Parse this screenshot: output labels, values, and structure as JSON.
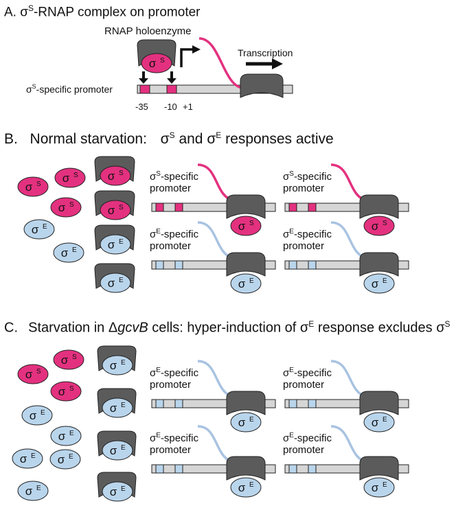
{
  "colors": {
    "sigma_s": "#e3317f",
    "sigma_e": "#b9d5ec",
    "rnap": "#5b5b5b",
    "dna": "#d6d6d6",
    "mrna_s": "#e3317f",
    "mrna_e": "#a9c3e1"
  },
  "sigma": {
    "symbol": "σ",
    "s_sup": "S",
    "e_sup": "E"
  },
  "panelA": {
    "heading_letter": "A.",
    "heading_text": "-RNAP complex on promoter",
    "holoenzyme": "RNAP holoenzyme",
    "transcription": "Transcription",
    "promoter_text": "-specific promoter",
    "pos_35": "-35",
    "pos_10": "-10",
    "pos_1": "+1"
  },
  "panelB": {
    "heading_letter": "B.",
    "heading_part1": "Normal starvation:",
    "heading_and": "and",
    "heading_part2": "responses active"
  },
  "panelC": {
    "heading_letter": "C.",
    "heading_part1": "Starvation in",
    "delta": "Δ",
    "gene": "gcvB",
    "heading_part2": "cells:  hyper-induction of",
    "heading_part3": "response excludes"
  },
  "promoter_label": {
    "line1": "-specific",
    "line2": "promoter"
  }
}
